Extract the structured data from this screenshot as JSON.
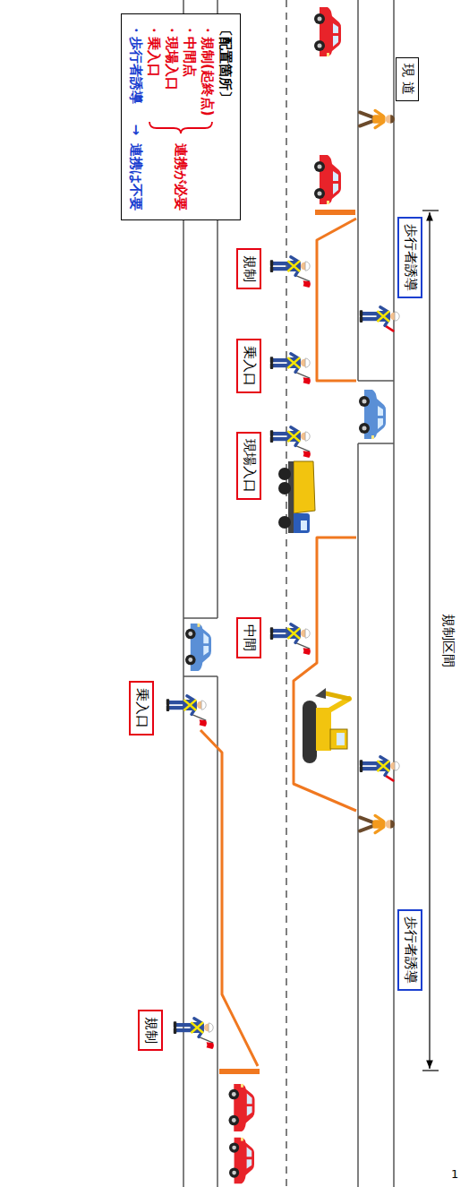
{
  "diagram": {
    "nodes": [
      {
        "text": [
          "〔配置箇所〕",
          "・規制(起終点)",
          "・中間点",
          "・現場入口",
          "・乗入口",
          "・歩行者誘導",
          "連携が必要",
          "→",
          "連携は不要"
        ]
      },
      {
        "text": [
          "現 道"
        ]
      },
      {
        "text": [
          "規制"
        ]
      },
      {
        "text": [
          "乗入口"
        ]
      },
      {
        "text": [
          "現場入口"
        ]
      },
      {
        "text": [
          "中間"
        ]
      },
      {
        "text": [
          "乗入口"
        ]
      },
      {
        "text": [
          "規制"
        ]
      },
      {
        "text": [
          "歩行者誘導"
        ]
      },
      {
        "text": [
          "歩行者誘導"
        ]
      }
    ],
    "labels": [
      "規制区間",
      "1"
    ]
  }
}
